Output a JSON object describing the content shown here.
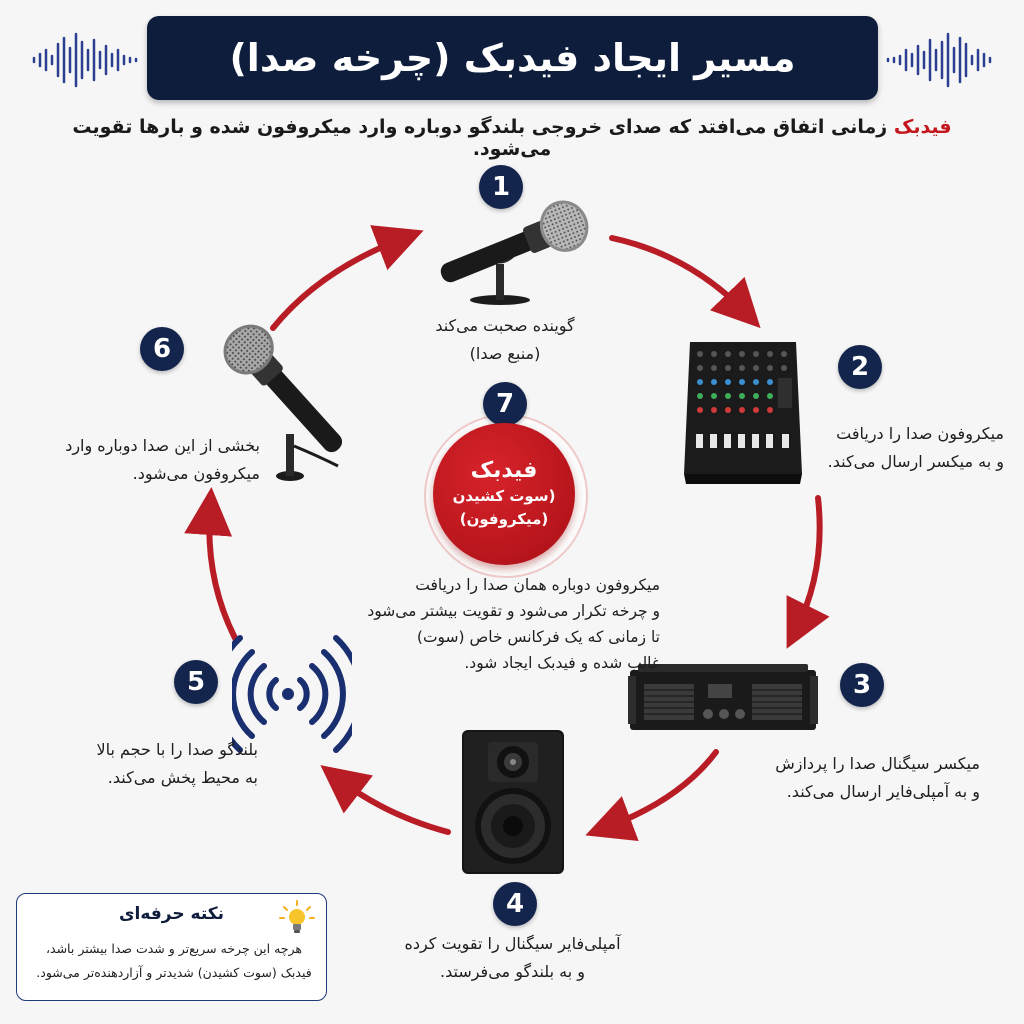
{
  "title": "مسیر ایجاد فیدبک (چرخه صدا)",
  "subtitle": {
    "highlight": "فیدبک",
    "rest": " زمانی اتفاق می‌افتد که صدای خروجی بلندگو دوباره وارد میکروفون شده و بارها تقویت می‌شود."
  },
  "steps": [
    {
      "number": "1",
      "line1": "گوینده صحبت می‌کند",
      "line2": "(منبع صدا)",
      "icon": "microphone-on-stand-icon"
    },
    {
      "number": "2",
      "line1": "میکروفون صدا را دریافت",
      "line2": "و به میکسر ارسال می‌کند.",
      "icon": "audio-mixer-icon"
    },
    {
      "number": "3",
      "line1": "میکسر سیگنال صدا را پردازش",
      "line2": "و به آمپلی‌فایر ارسال می‌کند.",
      "icon": "power-amplifier-icon"
    },
    {
      "number": "4",
      "line1": "آمپلی‌فایر سیگنال را تقویت کرده",
      "line2": "و به بلندگو می‌فرستد.",
      "icon": "speaker-icon"
    },
    {
      "number": "5",
      "line1": "بلندگو صدا را با حجم بالا",
      "line2": "به محیط پخش می‌کند.",
      "icon": "sound-waves-icon"
    },
    {
      "number": "6",
      "line1": "بخشی از این صدا دوباره وارد",
      "line2": "میکروفون می‌شود.",
      "icon": "microphone-tilted-icon"
    }
  ],
  "feedback": {
    "number": "7",
    "title": "فیدبک",
    "sub1": "(سوت کشیدن",
    "sub2": "(میکروفون)",
    "description": [
      "میکروفون دوباره همان صدا را دریافت",
      "و چرخه تکرار می‌شود و تقویت بیشتر می‌شود",
      "تا زمانی که یک فرکانس خاص (سوت)",
      "غالب شده و فیدبک ایجاد شود."
    ]
  },
  "tip": {
    "title": "نکته حرفه‌ای",
    "line1": "هرچه این چرخه سریع‌تر و شدت صدا بیشتر باشد،",
    "line2": "فیدبک (سوت کشیدن) شدیدتر و آزاردهنده‌تر می‌شود.",
    "icon": "lightbulb-icon"
  },
  "colors": {
    "navy": "#0f1d3d",
    "badge": "#14254d",
    "accent_red": "#c4161c"
  }
}
